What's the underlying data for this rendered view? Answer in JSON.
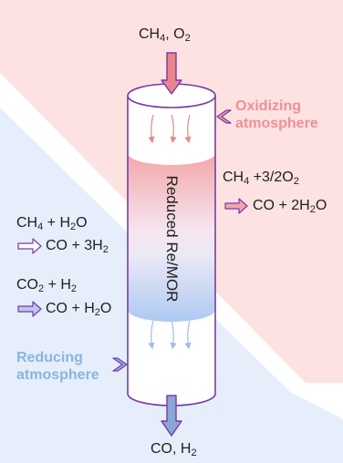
{
  "inlet_label": {
    "a": "CH",
    "a_sub": "4",
    "b": ", O",
    "b_sub": "2"
  },
  "outlet_label": {
    "a": "CO, H",
    "a_sub": "2"
  },
  "reactor_label": "Reduced Re/MOR",
  "oxidizing_label": {
    "line1": "Oxidizing",
    "line2": "atmosphere"
  },
  "reducing_label": {
    "line1": "Reducing",
    "line2": "atmosphere"
  },
  "reaction_oxidation": {
    "reactant": {
      "a": "CH",
      "a_sub": "4",
      "b": " +3/2O",
      "b_sub": "2"
    },
    "product": {
      "a": "CO + 2H",
      "a_sub": "2",
      "b": "O"
    }
  },
  "reaction_steam_reforming": {
    "reactant": {
      "a": "CH",
      "a_sub": "4",
      "b": " + H",
      "b_sub": "2",
      "c": "O"
    },
    "product": {
      "a": "CO + 3H",
      "a_sub": "2"
    }
  },
  "reaction_dry_reforming": {
    "reactant": {
      "a": "CO",
      "a_sub": "2",
      "b": " + H",
      "b_sub": "2"
    },
    "product": {
      "a": "CO + H",
      "a_sub": "2",
      "b": "O"
    }
  },
  "colors": {
    "oxidizing": "#f08f96",
    "reducing": "#8ab4e2",
    "arrow_outline": "#7a3aa8",
    "inlet_arrow": "#e8848c",
    "outlet_arrow": "#8aa5d6"
  }
}
